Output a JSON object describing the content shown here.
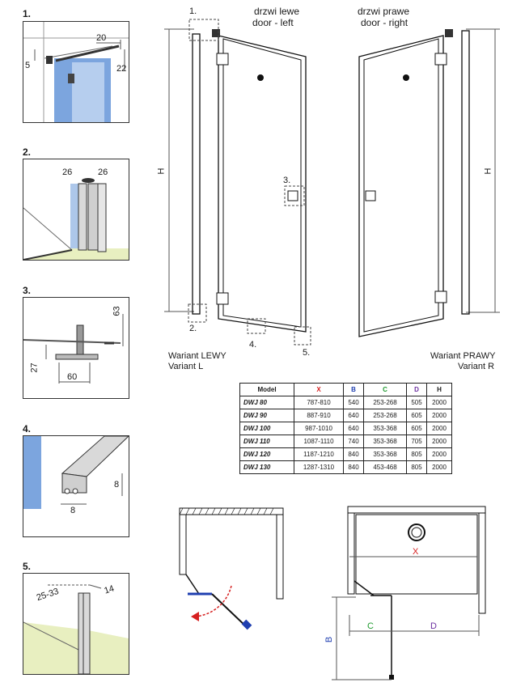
{
  "details": [
    {
      "label": "1.",
      "dims": [
        "20",
        "5",
        "22"
      ]
    },
    {
      "label": "2.",
      "dims": [
        "26",
        "26"
      ]
    },
    {
      "label": "3.",
      "dims": [
        "63",
        "27",
        "60"
      ]
    },
    {
      "label": "4.",
      "dims": [
        "8",
        "8"
      ]
    },
    {
      "label": "5.",
      "dims": [
        "25-33",
        "14"
      ]
    }
  ],
  "left_door": {
    "title_pl": "drzwi lewe",
    "title_en": "door - left",
    "variant_pl": "Wariant LEWY",
    "variant_en": "Variant L",
    "height_label": "H",
    "callouts": [
      "1.",
      "2.",
      "3.",
      "4.",
      "5."
    ]
  },
  "right_door": {
    "title_pl": "drzwi prawe",
    "title_en": "door - right",
    "variant_pl": "Wariant PRAWY",
    "variant_en": "Variant R",
    "height_label": "H"
  },
  "table": {
    "headers": [
      "Model",
      "X",
      "B",
      "C",
      "D",
      "H"
    ],
    "header_colors": [
      "#1a1a1a",
      "#d62020",
      "#1f3fb0",
      "#1e9a2e",
      "#6b2fa0",
      "#1a1a1a"
    ],
    "rows": [
      [
        "DWJ 80",
        "787-810",
        "540",
        "253-268",
        "505",
        "2000"
      ],
      [
        "DWJ 90",
        "887-910",
        "640",
        "253-268",
        "605",
        "2000"
      ],
      [
        "DWJ 100",
        "987-1010",
        "640",
        "353-368",
        "605",
        "2000"
      ],
      [
        "DWJ 110",
        "1087-1110",
        "740",
        "353-368",
        "705",
        "2000"
      ],
      [
        "DWJ 120",
        "1187-1210",
        "840",
        "353-368",
        "805",
        "2000"
      ],
      [
        "DWJ 130",
        "1287-1310",
        "840",
        "453-468",
        "805",
        "2000"
      ]
    ]
  },
  "plan": {
    "x": "X",
    "c": "C",
    "d": "D",
    "b": "B"
  },
  "colors": {
    "glass": "#5b8fd6",
    "floor": "#e8efc0",
    "outline": "#1a1a1a",
    "dim": "#555555",
    "swing": "#d62020"
  }
}
